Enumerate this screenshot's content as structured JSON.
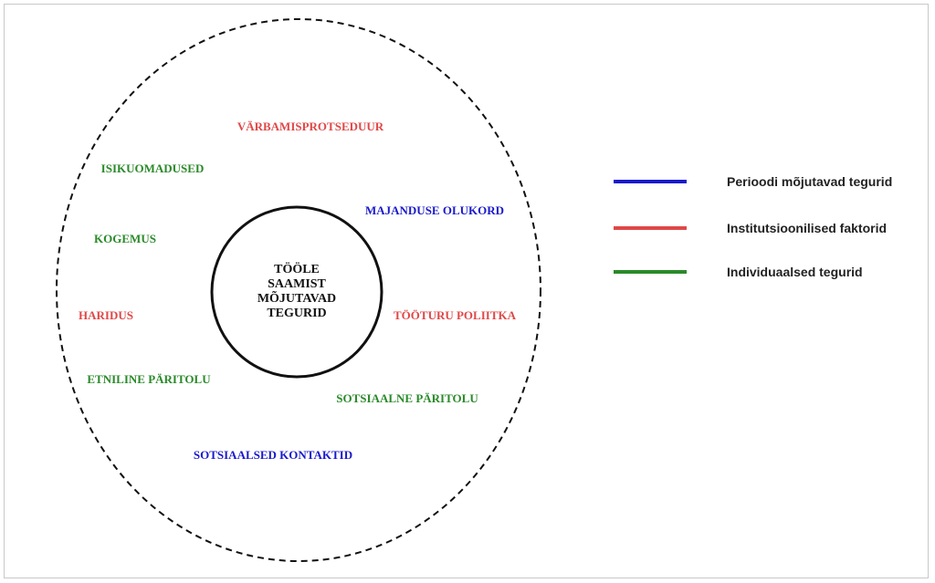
{
  "center": {
    "lines": [
      "TÖÖLE",
      "SAAMIST",
      "MÕJUTAVAD",
      "TEGURID"
    ]
  },
  "colors": {
    "period": "#1a1acc",
    "institutional": "#e04848",
    "individual": "#2a8a2a"
  },
  "factors": [
    {
      "label": "VÄRBAMISPROTSEDUUR",
      "type": "institutional"
    },
    {
      "label": "ISIKUOMADUSED",
      "type": "individual"
    },
    {
      "label": "MAJANDUSE OLUKORD",
      "type": "period"
    },
    {
      "label": "KOGEMUS",
      "type": "individual"
    },
    {
      "label": "HARIDUS",
      "type": "institutional"
    },
    {
      "label": "TÖÖTURU POLIITKA",
      "type": "institutional"
    },
    {
      "label": "ETNILINE PÄRITOLU",
      "type": "individual"
    },
    {
      "label": "SOTSIAALNE PÄRITOLU",
      "type": "individual"
    },
    {
      "label": "SOTSIAALSED KONTAKTID",
      "type": "period"
    }
  ],
  "legend": [
    {
      "label": "Perioodi mõjutavad tegurid",
      "type": "period"
    },
    {
      "label": "Institutsioonilised faktorid",
      "type": "institutional"
    },
    {
      "label": "Individuaalsed tegurid",
      "type": "individual"
    }
  ]
}
